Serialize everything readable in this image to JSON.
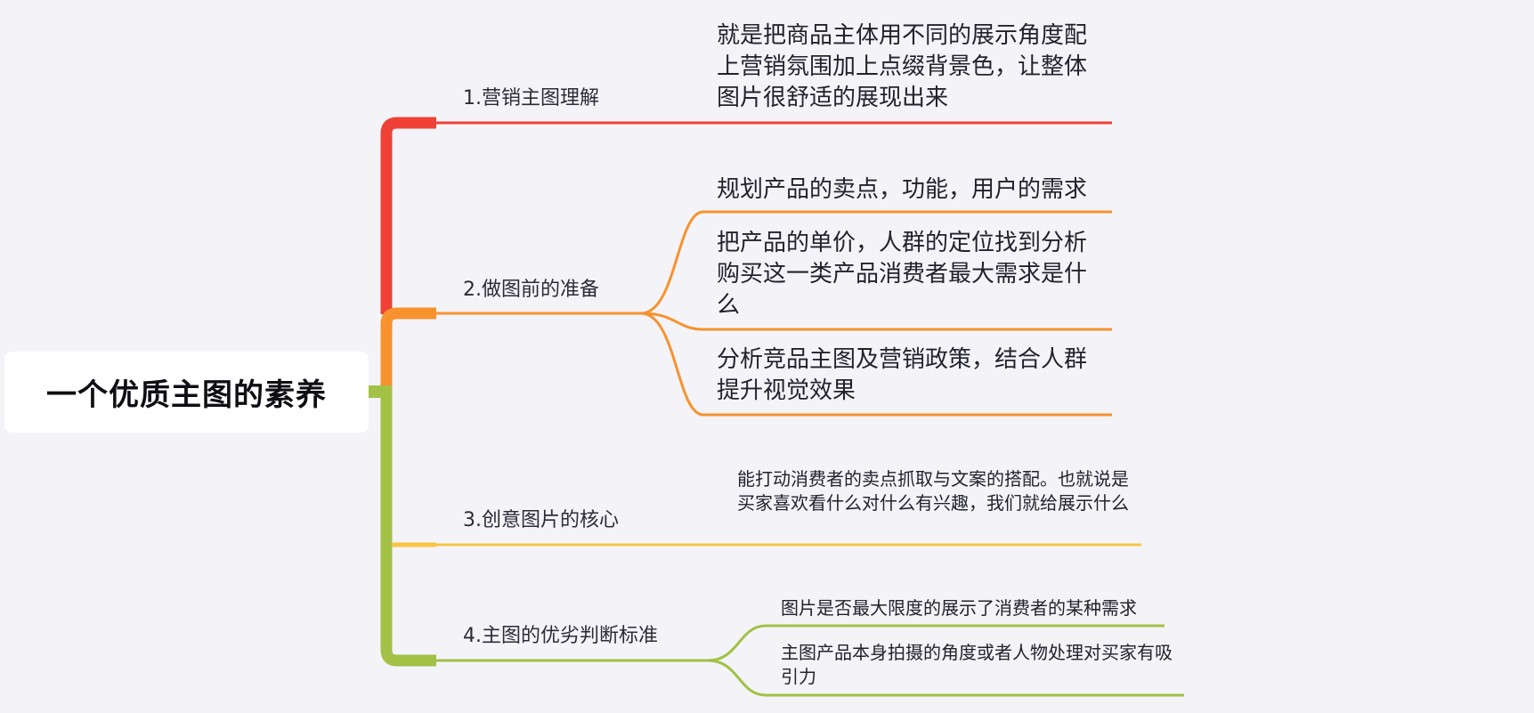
{
  "mindmap": {
    "root": {
      "label": "一个优质主图的素养"
    },
    "branches": [
      {
        "label": "1.营销主图理解",
        "color": "#ef4136",
        "children": [
          {
            "label": "就是把商品主体用不同的展示角度配上营销氛围加上点缀背景色，让整体图片很舒适的展现出来"
          }
        ]
      },
      {
        "label": "2.做图前的准备",
        "color": "#f7922f",
        "children": [
          {
            "label": "规划产品的卖点，功能，用户的需求"
          },
          {
            "label": "把产品的单价，人群的定位找到分析购买这一类产品消费者最大需求是什么"
          },
          {
            "label": "分析竞品主图及营销政策，结合人群提升视觉效果"
          }
        ]
      },
      {
        "label": "3.创意图片的核心",
        "color": "#f8c542",
        "children": [
          {
            "label": "能打动消费者的卖点抓取与文案的搭配。也就说是买家喜欢看什么对什么有兴趣，我们就给展示什么"
          }
        ]
      },
      {
        "label": "4.主图的优劣判断标准",
        "color": "#a2c146",
        "children": [
          {
            "label": "图片是否最大限度的展示了消费者的某种需求"
          },
          {
            "label": "主图产品本身拍摄的角度或者人物处理对买家有吸引力"
          }
        ]
      }
    ]
  }
}
